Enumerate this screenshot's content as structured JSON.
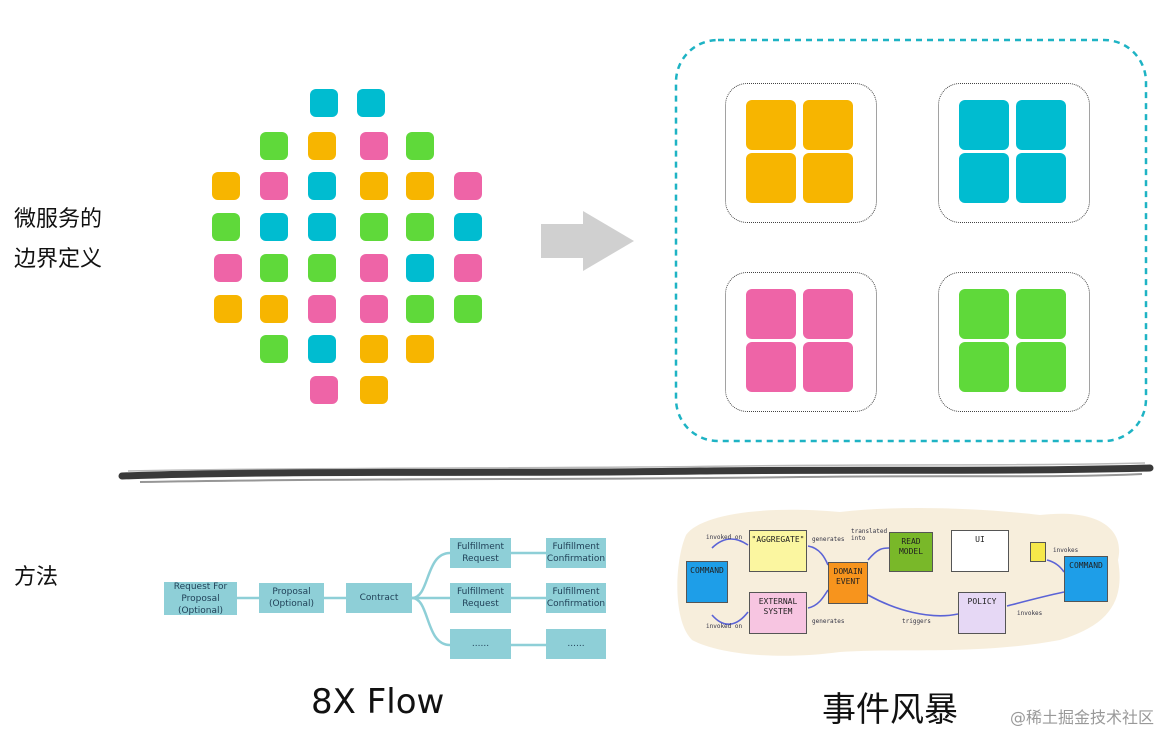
{
  "labels": {
    "boundary": "微服务的\n边界定义",
    "method": "方法",
    "caption_left": "8X Flow",
    "caption_right": "事件风暴",
    "watermark": "@稀土掘金技术社区"
  },
  "colors": {
    "orange": "#f7b500",
    "cyan": "#00bcd0",
    "pink": "#ee64a7",
    "green": "#5fd93a",
    "arrow": "#d0d0d0",
    "dashed_border": "#1eb3c4",
    "flow_box": "#8ecfd7"
  },
  "scatter_tiles": [
    "cyan",
    "cyan",
    "green",
    "orange",
    "pink",
    "green",
    "orange",
    "pink",
    "cyan",
    "orange",
    "orange",
    "pink",
    "green",
    "cyan",
    "cyan",
    "green",
    "green",
    "cyan",
    "pink",
    "green",
    "green",
    "pink",
    "cyan",
    "pink",
    "orange",
    "orange",
    "pink",
    "pink",
    "green",
    "green",
    "green",
    "cyan",
    "orange",
    "orange",
    "pink",
    "orange"
  ],
  "quadrants": [
    "orange",
    "cyan",
    "pink",
    "green"
  ],
  "flow8x": {
    "request_for_proposal": "Request For\nProposal\n(Optional)",
    "proposal": "Proposal\n(Optional)",
    "contract": "Contract",
    "fulfillment_request_1": "Fulfillment\nRequest",
    "fulfillment_confirmation_1": "Fulfillment\nConfirmation",
    "fulfillment_request_2": "Fulfillment\nRequest",
    "fulfillment_confirmation_2": "Fulfillment\nConfirmation",
    "ellipsis_1": "......",
    "ellipsis_2": "......"
  },
  "event_storming": {
    "command_left": "COMMAND",
    "aggregate": "\"AGGREGATE\"",
    "external_system": "EXTERNAL\nSYSTEM",
    "domain_event": "DOMAIN\nEVENT",
    "read_model": "READ\nMODEL",
    "ui": "UI",
    "policy": "POLICY",
    "command_right": "COMMAND",
    "invoked_on_1": "invoked on",
    "invoked_on_2": "invoked on",
    "generates_1": "generates",
    "generates_2": "generates",
    "translated_into": "translated\ninto",
    "triggers": "triggers",
    "invokes_1": "invokes",
    "invokes_2": "invokes"
  }
}
